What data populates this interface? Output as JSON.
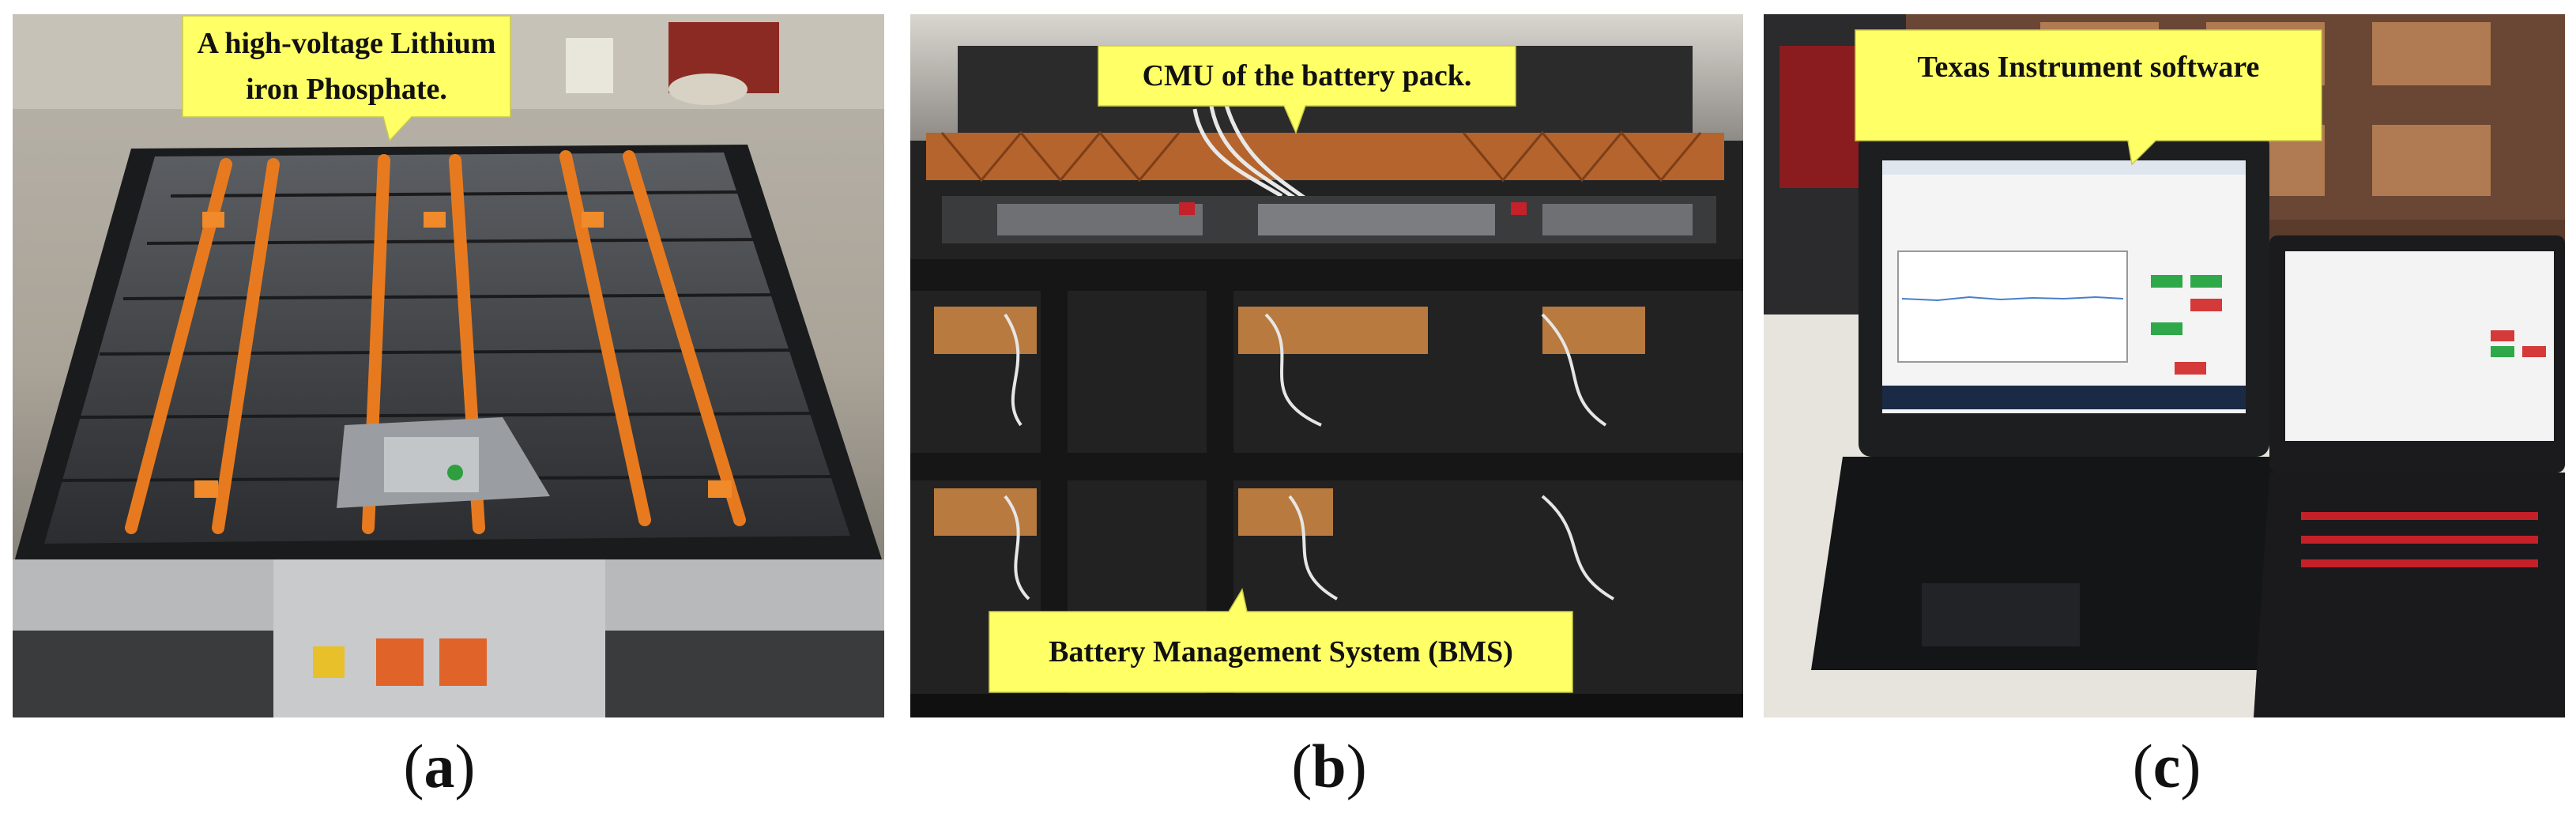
{
  "figure": {
    "panels": [
      {
        "id": "a",
        "caption_open": "(",
        "caption_letter": "a",
        "caption_close": ")",
        "callout": "A high-voltage Lithium iron Phosphate.",
        "photo_subject": "high-voltage lithium iron phosphate battery pack with orange busbars on a workshop floor"
      },
      {
        "id": "b",
        "caption_open": "(",
        "caption_letter": "b",
        "caption_close": ")",
        "callouts": [
          "CMU of the battery pack.",
          "Battery Management System (BMS)"
        ],
        "photo_subject": "vehicle trunk with black shelving holding battery monitoring modules and white wire harnesses"
      },
      {
        "id": "c",
        "caption_open": "(",
        "caption_letter": "c",
        "caption_close": ")",
        "callout": "Texas Instrument software",
        "photo_subject": "rugged laptop and second laptop running Texas Instrument monitoring software"
      }
    ]
  },
  "colors": {
    "callout_fill": "#ffff66",
    "callout_text": "#111111",
    "caption_text": "#111111"
  }
}
